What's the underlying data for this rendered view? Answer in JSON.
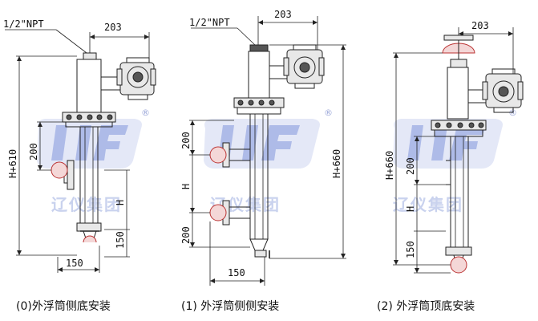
{
  "watermark": {
    "brand_text": "辽仪集团",
    "registered_mark": "®",
    "logo_color": "#7a8ee0"
  },
  "labels": {
    "npt": "1/2\"NPT"
  },
  "diagram_0": {
    "caption": "(0)外浮筒侧底安装",
    "dim_top": "203",
    "dim_height": "H+610",
    "dim_200": "200",
    "dim_h": "H",
    "dim_150_vertical": "150",
    "dim_150_horizontal": "150"
  },
  "diagram_1": {
    "caption": "(1) 外浮筒侧侧安装",
    "dim_top": "203",
    "dim_height": "H+660",
    "dim_200_top": "200",
    "dim_h": "H",
    "dim_200_bottom": "200",
    "dim_150_horizontal": "150"
  },
  "diagram_2": {
    "caption": "(2) 外浮筒顶底安装",
    "dim_top": "203",
    "dim_height": "H+660",
    "dim_200": "200",
    "dim_h": "H",
    "dim_150_vertical": "150"
  }
}
